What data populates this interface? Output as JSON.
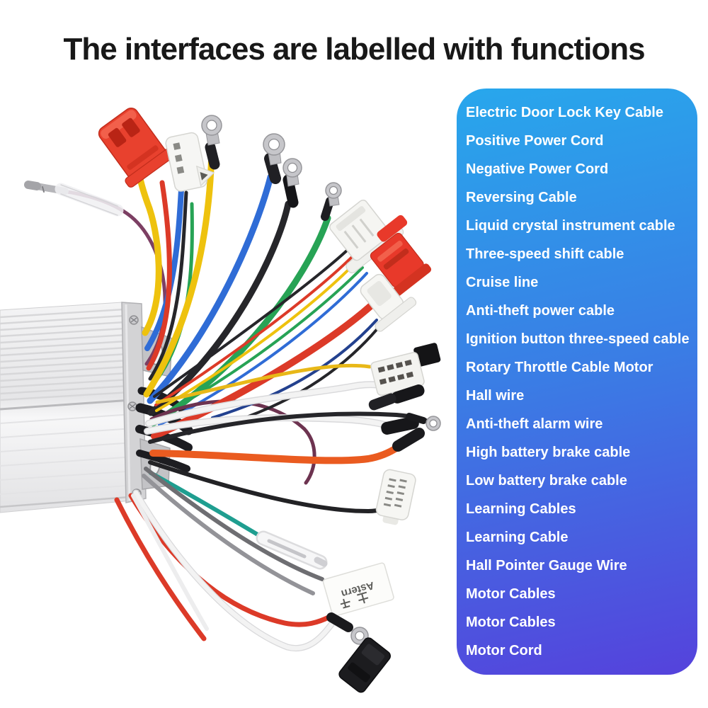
{
  "title": "The interfaces are labelled with functions",
  "panel": {
    "gradient_top": "#28a7ec",
    "gradient_bottom": "#5542dc",
    "text_color": "#ffffff",
    "items": [
      "Electric Door Lock Key Cable",
      "Positive Power Cord",
      "Negative Power Cord",
      "Reversing Cable",
      "Liquid crystal instrument cable",
      "Three-speed shift cable",
      "Cruise line",
      "Anti-theft power cable",
      "Ignition button three-speed cable",
      "Rotary Throttle Cable Motor",
      "Hall wire",
      "Anti-theft alarm wire",
      "High battery brake cable",
      "Low battery brake cable",
      "Learning Cables",
      "Learning Cable",
      "Hall Pointer Gauge Wire",
      "Motor Cables",
      "Motor Cables",
      "Motor Cord"
    ]
  },
  "photo": {
    "label_tag_text": "Astern",
    "title_color": "#181818",
    "body_color": "#e9e9ea",
    "wire_colors": {
      "yellow": "#eec20e",
      "blue": "#2f6cd6",
      "red": "#dc3a28",
      "green": "#27a355",
      "black": "#26262a",
      "purple": "#7c3f63",
      "maroon": "#6d3350",
      "orange": "#ea5b20",
      "white": "#f3f3f3",
      "teal": "#1f9e90",
      "gray": "#87878b"
    }
  }
}
